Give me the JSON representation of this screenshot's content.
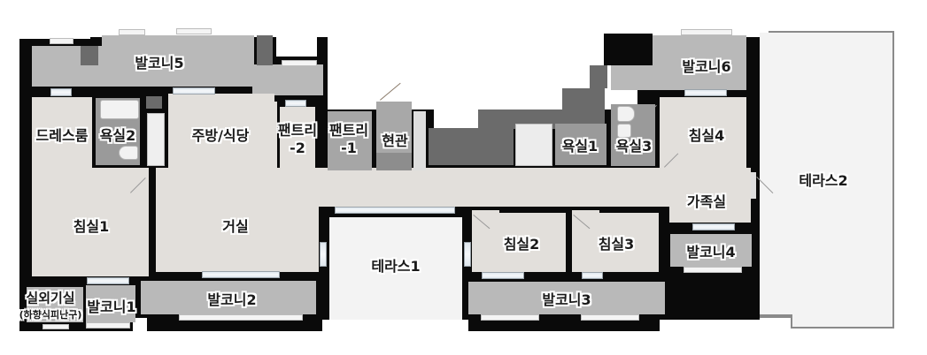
{
  "floor_plan": {
    "colors": {
      "wall": "#0a0a0a",
      "interior_floor": "#e2dfdb",
      "balcony": "#b9b9b9",
      "service_dark": "#6b6b6b",
      "terrace": "#f3f3f3"
    },
    "rooms": {
      "balcony5": "발코니5",
      "dressroom": "드레스룸",
      "bath2": "욕실2",
      "kitchen_dining": "주방/식당",
      "pantry2": "팬트리\n-2",
      "pantry1": "팬트리\n-1",
      "entrance": "현관",
      "bath1": "욕실1",
      "bath3": "욕실3",
      "balcony6": "발코니6",
      "bedroom4": "침실4",
      "terrace2": "테라스2",
      "family_room": "가족실",
      "bedroom1": "침실1",
      "living_room": "거실",
      "terrace1": "테라스1",
      "bedroom2": "침실2",
      "bedroom3": "침실3",
      "balcony4": "발코니4",
      "outdoor_unit_room": "실외기실",
      "outdoor_unit_room_note": "(하향식피난구)",
      "balcony1": "발코니1",
      "balcony2": "발코니2",
      "balcony3": "발코니3"
    }
  }
}
